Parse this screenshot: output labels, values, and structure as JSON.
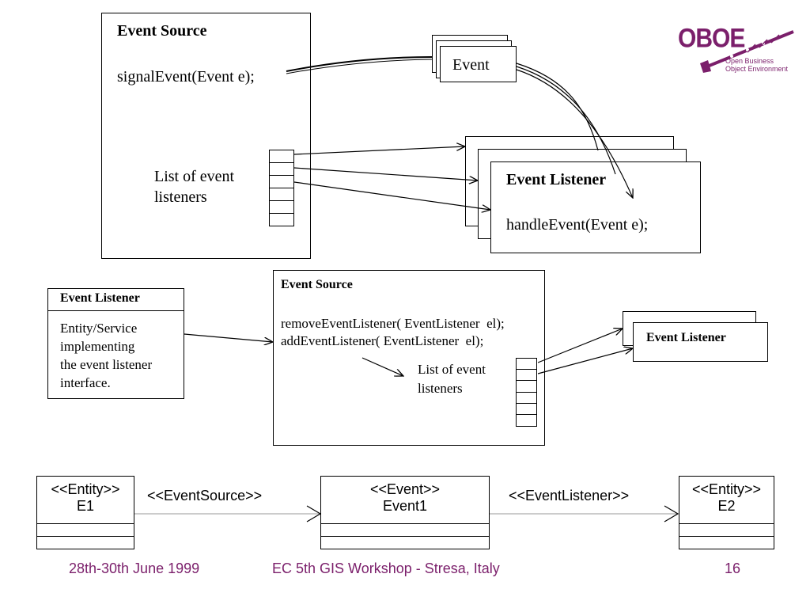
{
  "top": {
    "source_title": "Event Source",
    "source_method": "signalEvent(Event e);",
    "list_label_line1": "List of event",
    "list_label_line2": "listeners",
    "event_label": "Event",
    "listener_title": "Event Listener",
    "listener_method": "handleEvent(Event e);"
  },
  "logo": {
    "name": "OBOE",
    "line1": "Open Business",
    "line2": "Object Environment",
    "color": "#7b1f6b"
  },
  "middle": {
    "listener_header": "Event Listener",
    "listener_desc": [
      "Entity/Service",
      "implementing",
      "the event listener",
      "interface."
    ],
    "source_title": "Event Source",
    "method_remove": "removeEventListener( EventListener  el);",
    "method_add": "addEventListener( EventListener  el);",
    "list_label_line1": "List of event",
    "list_label_line2": "listeners",
    "listener_right": "Event Listener"
  },
  "uml": {
    "e1_stereo": "<<Entity>>",
    "e1_name": "E1",
    "assoc1": "<<EventSource>>",
    "ev_stereo": "<<Event>>",
    "ev_name": "Event1",
    "assoc2": "<<EventListener>>",
    "e2_stereo": "<<Entity>>",
    "e2_name": "E2"
  },
  "footer": {
    "date": "28th-30th June 1999",
    "event": "EC 5th GIS Workshop - Stresa, Italy",
    "page": "16",
    "color": "#7b1f6b"
  }
}
